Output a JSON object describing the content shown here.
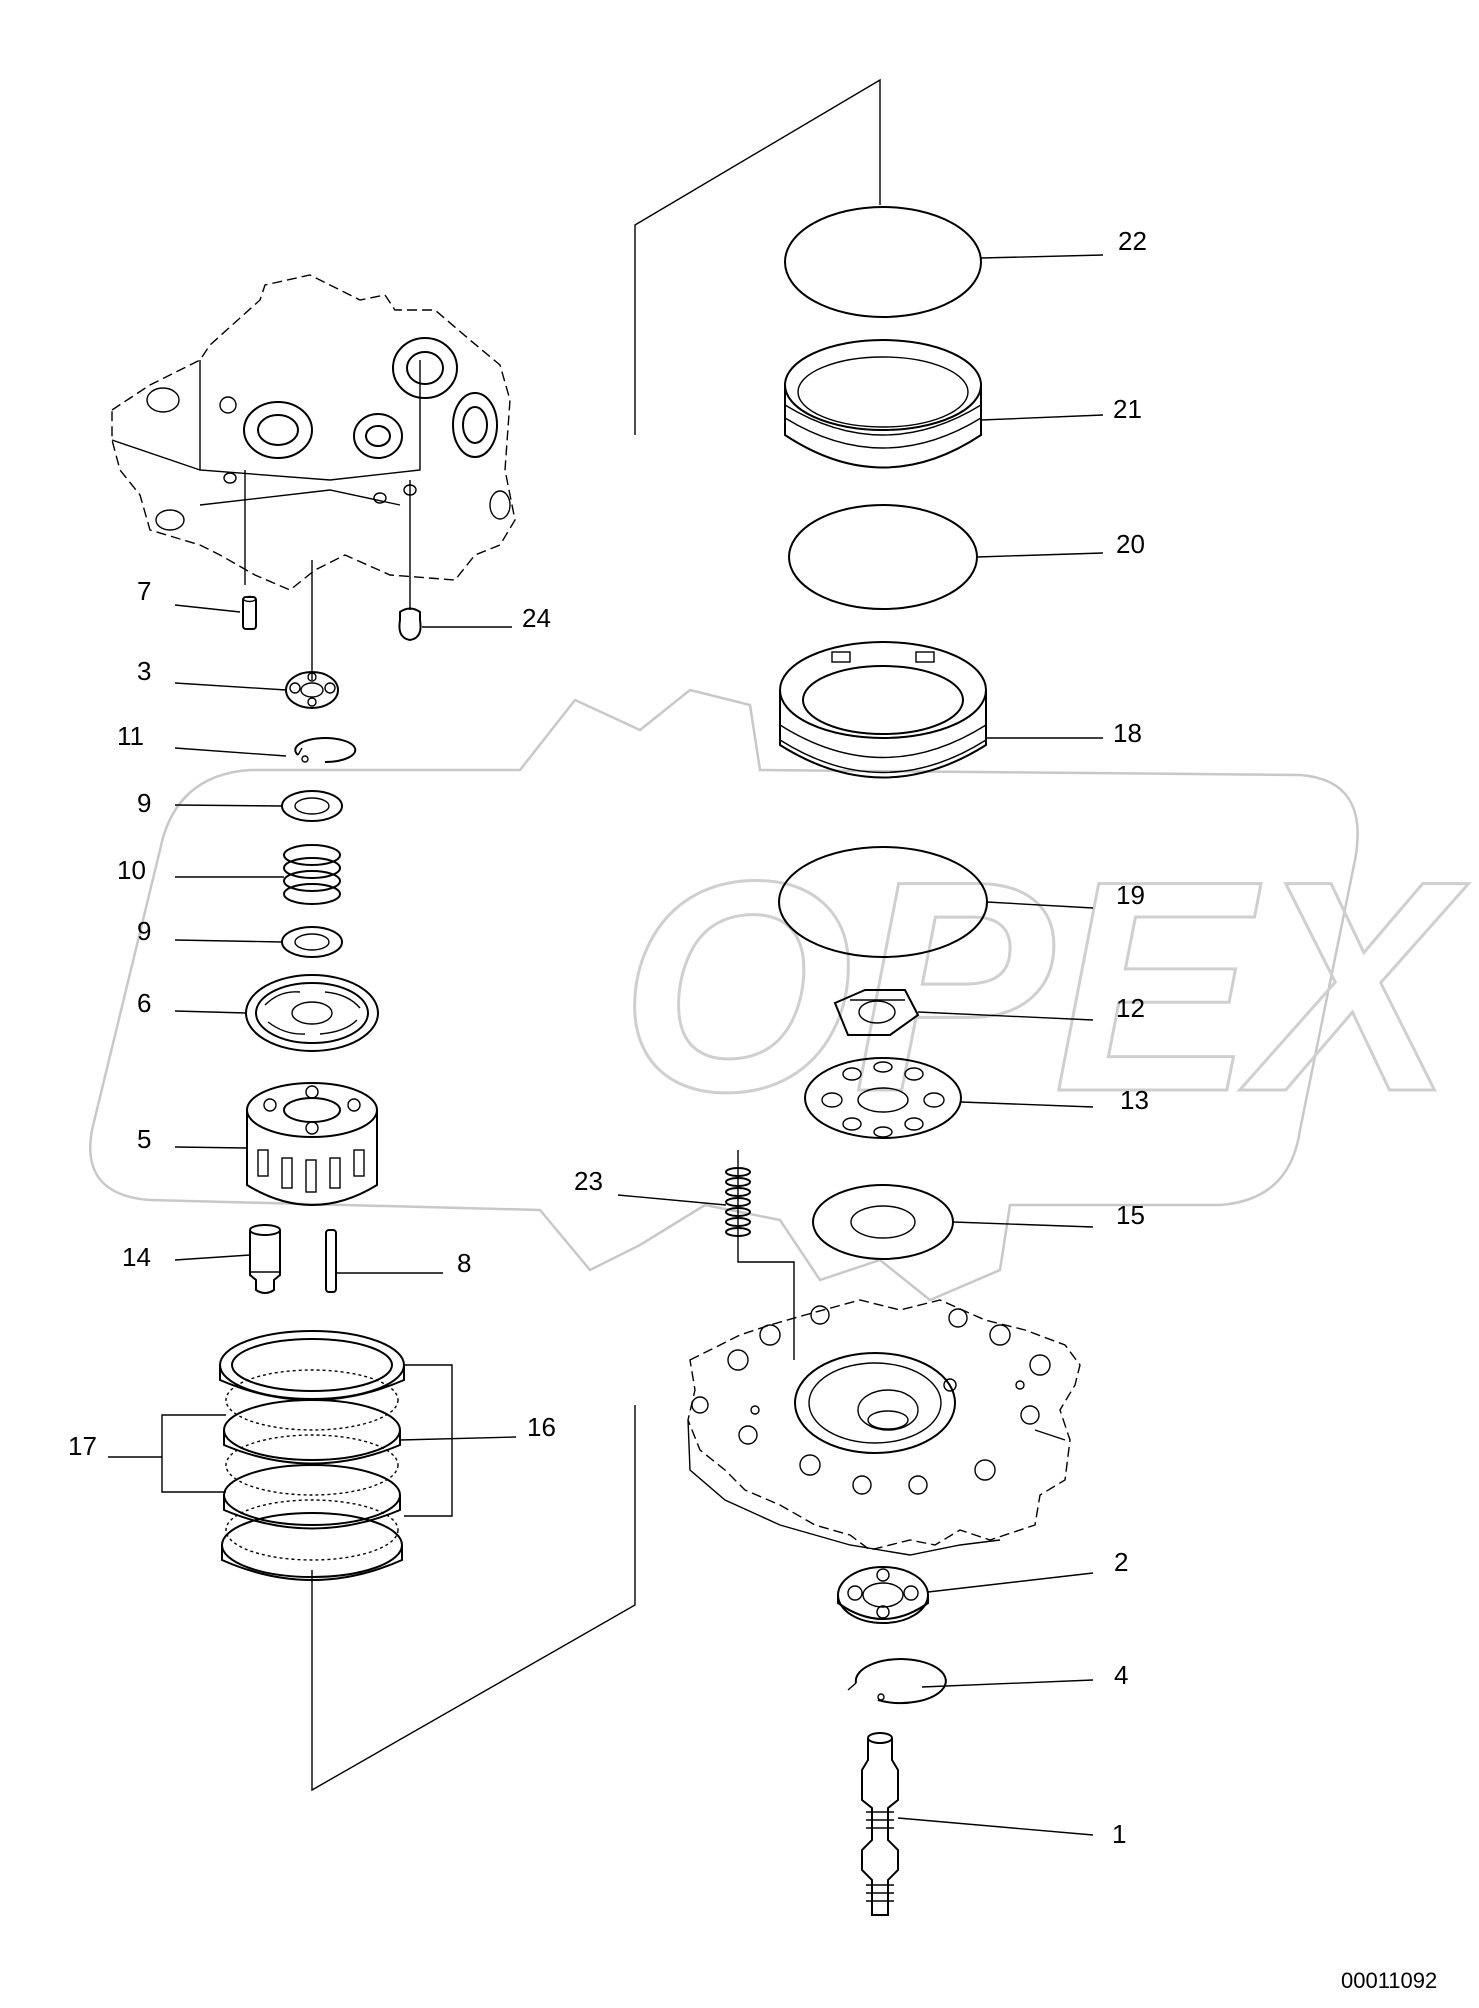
{
  "callouts": [
    "22",
    "21",
    "20",
    "18",
    "19",
    "12",
    "13",
    "15",
    "23",
    "2",
    "4",
    "1",
    "7",
    "24",
    "3",
    "11",
    "9",
    "10",
    "9",
    "6",
    "5",
    "14",
    "8",
    "17",
    "16"
  ],
  "doc_number": "00011092",
  "watermark": "OPEX"
}
